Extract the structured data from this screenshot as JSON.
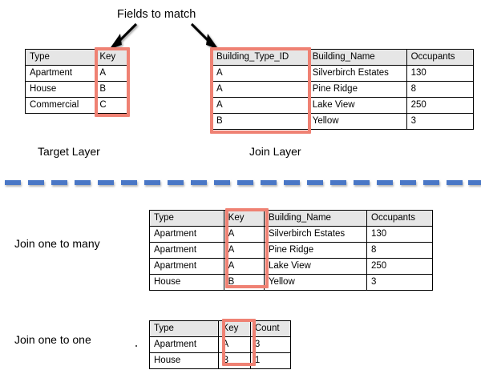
{
  "callout": {
    "text": "Fields to match"
  },
  "labels": {
    "target_layer": "Target Layer",
    "join_layer": "Join Layer",
    "join_one_to_many": "Join one to many",
    "join_one_to_one": "Join one to one"
  },
  "colors": {
    "highlight": "#ef8173",
    "divider": "#4a77c6",
    "header_fill": "#e6e6e6",
    "border": "#000000",
    "text": "#000000"
  },
  "icons": {
    "arrow_left": "arrow-down-left-icon",
    "arrow_right": "arrow-down-right-icon"
  },
  "tables": {
    "target_layer": {
      "name": "Target Layer",
      "headers": [
        "Type",
        "Key"
      ],
      "highlight_column": 1,
      "rows": [
        [
          "Apartment",
          "A"
        ],
        [
          "House",
          "B"
        ],
        [
          "Commercial",
          "C"
        ]
      ]
    },
    "join_layer": {
      "name": "Join Layer",
      "headers": [
        "Building_Type_ID",
        "Building_Name",
        "Occupants"
      ],
      "highlight_column": 0,
      "rows": [
        [
          "A",
          "Silverbirch Estates",
          "130"
        ],
        [
          "A",
          "Pine Ridge",
          "8"
        ],
        [
          "A",
          "Lake View",
          "250"
        ],
        [
          "B",
          "Yellow",
          "3"
        ]
      ]
    },
    "one_to_many": {
      "name": "Join one to many",
      "headers": [
        "Type",
        "Key",
        "Building_Name",
        "Occupants"
      ],
      "highlight_column": 1,
      "rows": [
        [
          "Apartment",
          "A",
          "Silverbirch Estates",
          "130"
        ],
        [
          "Apartment",
          "A",
          "Pine Ridge",
          "8"
        ],
        [
          "Apartment",
          "A",
          "Lake View",
          "250"
        ],
        [
          "House",
          "B",
          "Yellow",
          "3"
        ]
      ]
    },
    "one_to_one": {
      "name": "Join one to one",
      "headers": [
        "Type",
        "Key",
        "Count"
      ],
      "highlight_column": 1,
      "rows": [
        [
          "Apartment",
          "A",
          "3"
        ],
        [
          "House",
          "B",
          "1"
        ]
      ]
    }
  }
}
